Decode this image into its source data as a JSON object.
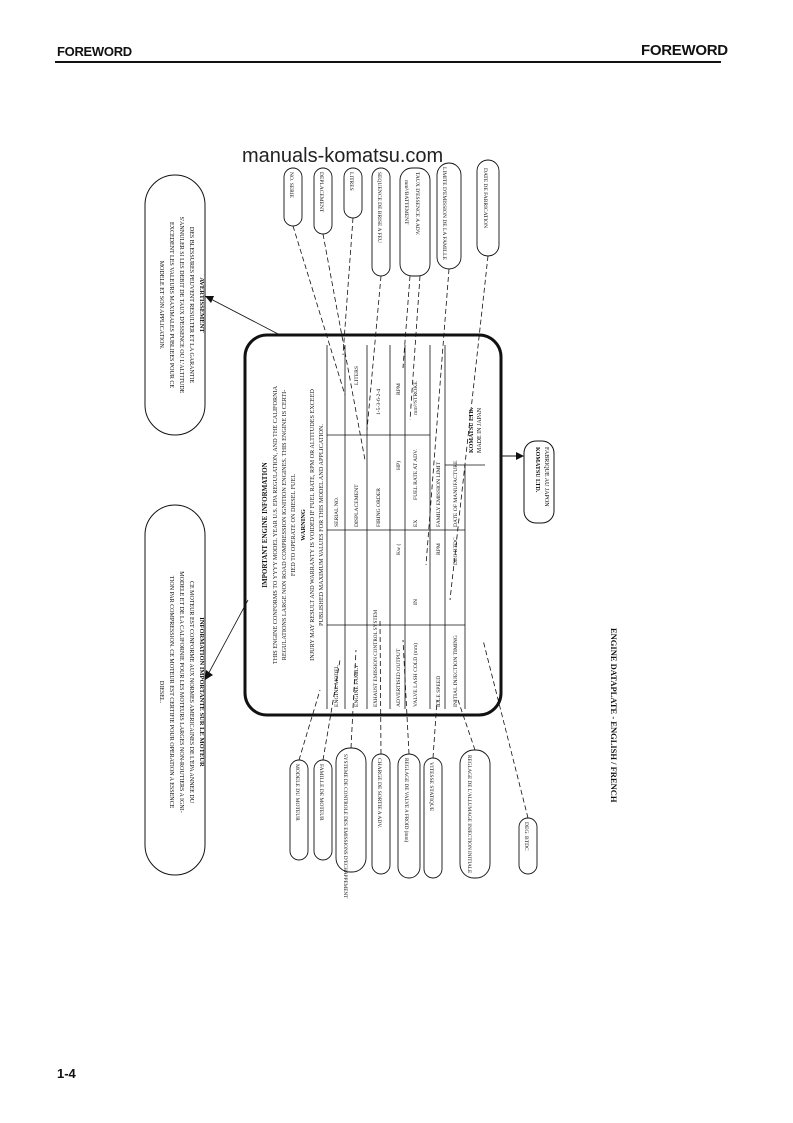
{
  "header": {
    "left": "FOREWORD",
    "right": "FOREWORD"
  },
  "watermark": "manuals-komatsu.com",
  "footer": {
    "page_number": "1-4"
  },
  "caption": "ENGINE DATAPLATE - ENGLISH / FRENCH",
  "plate": {
    "title": "IMPORTANT ENGINE INFORMATION",
    "text1": "THIS ENGINE CONFORMS TO YYYY MODEL YEAR U.S. EPA REGULATION, AND THE CALIFORNIA",
    "text2": "REGULATIONS LARGE NON ROAD COMPRESSION IGNITION ENGINES. THIS ENGINE IS CERTI-",
    "text3": "FIED TO OPERATE ON DIESEL FUEL",
    "warning_title": "WARNING",
    "warning1": "INJURY MAY RESULT AND WARRANTY IS VOIDED IF FUEL RATE, RPM OR ALTITUDES EXCEED",
    "warning2": "PUBLISHED MAXIMUM VALUES FOR THIS MODEL AND APPLICATION.",
    "rows": [
      [
        "ENGINE MODEL",
        "",
        "SERIAL NO.",
        ""
      ],
      [
        "ENGINE FAMILY",
        "",
        "DISPLACEMENT",
        "LITERS"
      ],
      [
        "EXHAUST EMISSION CONTROL SYSTEM",
        "",
        "FIRING ORDER",
        "1-5-3-6-2-4"
      ],
      [
        "ADVERTISED OUTPUT",
        "Kw (",
        "HP)",
        "RPM"
      ],
      [
        "VALVE LASH COLD (mm)",
        "IN",
        "EX",
        "FUEL RATE AT ADV.",
        "mm³/STROKE"
      ],
      [
        "IDLE SPEED",
        "RPM",
        "FAMILY EMISSION LIMIT",
        ""
      ],
      [
        "INITIAL INJECTION TIMING",
        "DEG BTDC",
        "DATE OF MANUFACTURE",
        ""
      ]
    ],
    "maker1": "KOMATSU LTD.",
    "maker2": "MADE IN JAPAN"
  },
  "maker_fr": [
    "KOMATSU LTD.",
    "FABRIQUE AU JAPON"
  ],
  "box_warning_fr": {
    "title": "AVERTISSEMENT",
    "lines": [
      "DES BLESSURES PEUVENT RESULTER ET LA GARANTIE",
      "S'ANNULER SI LES DEBIT DE TAUX D'ESSENCE OU L'ALTITUDE",
      "EXCEDENT LES VALEURS MAXIMALES PUBLIEES POUR CE",
      "MODELE ET SON APPLICATION."
    ]
  },
  "box_info_fr": {
    "title": "INFORMATION IMPORTANTE SUR LE MOTEUR",
    "lines": [
      "CE MOTEUR EST CONFORME AUX NORMES AMERICAINES DE L'EPA ANNEE DU",
      "MODELE ET DE LA CALIFORNIE POUR LES MOTEURS LARGES NON-ROUTIERS A IGNI-",
      "TION PAR COMPRESSION. CE MOTEUR EST CERTIFIE POUR OPERATION A ESSENCE",
      "DIESEL."
    ]
  },
  "labels_top": [
    "NO. SERIE",
    "DEPLACEMENT",
    "LITRES",
    "SEQUENCE DE BRISE A FEU",
    "mm³/BATTEMENT",
    "TAUX D'ESSENCE A ADV.",
    "LIMITE D'EMISSION DE LA FAMILLE",
    "DATE DE FABRICATION"
  ],
  "labels_bottom": [
    "MODELE DU MOTEUR",
    "FAMILLE DE MOTEUR",
    "SYSTEME DE CONTROLE DES EMISSIONS D'ECHAPPEMENT",
    "CHARGE DE SORTIE A ADV.",
    "REGLAGE DE VALVE A FROID (mm)",
    "VITESSE STATIQUE",
    "REGLAGE DE L'ALLUMAGE INJECTION INITIALE",
    "DEG. BTDC"
  ]
}
